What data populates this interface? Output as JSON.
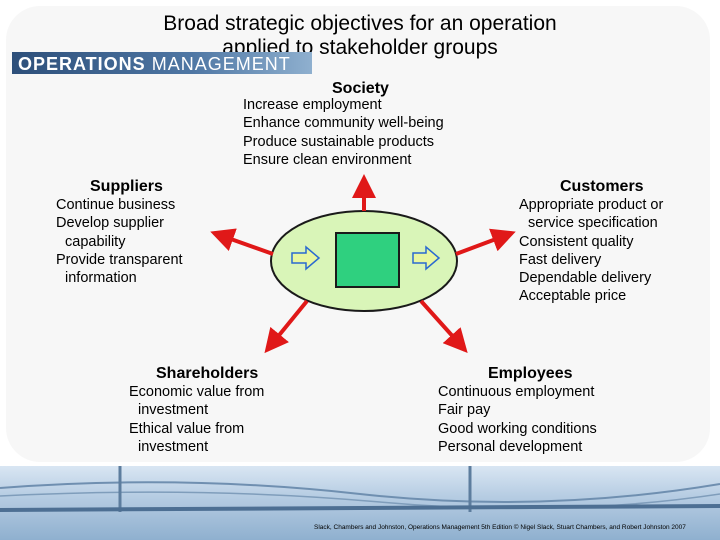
{
  "title": {
    "line1": "Broad strategic objectives for an operation",
    "line2": "applied to stakeholder groups"
  },
  "groups": {
    "society": {
      "heading": "Society",
      "items": [
        "Increase employment",
        "Enhance community well-being",
        "Produce sustainable products",
        "Ensure clean environment"
      ]
    },
    "suppliers": {
      "heading": "Suppliers",
      "items": [
        "Continue business",
        "Develop supplier",
        "capability",
        "Provide transparent",
        "information"
      ]
    },
    "customers": {
      "heading": "Customers",
      "items": [
        "Appropriate product or",
        "service specification",
        "Consistent quality",
        "Fast delivery",
        "Dependable delivery",
        "Acceptable price"
      ]
    },
    "shareholders": {
      "heading": "Shareholders",
      "items": [
        "Economic value from",
        "investment",
        "Ethical value from",
        "investment"
      ]
    },
    "employees": {
      "heading": "Employees",
      "items": [
        "Continuous employment",
        "Fair pay",
        "Good working conditions",
        "Personal development"
      ]
    }
  },
  "footer": {
    "brand_bold": "OPERATIONS",
    "brand_light": "MANAGEMENT",
    "credit": "Slack, Chambers and Johnston, Operations Management 5th Edition © Nigel Slack, Stuart Chambers, and Robert Johnston 2007"
  },
  "colors": {
    "arrow": "#e01818",
    "ellipse_fill": "#d9f5b8",
    "box_fill": "#2fd07f",
    "flow_arrow_fill": "#e8f7a0"
  }
}
